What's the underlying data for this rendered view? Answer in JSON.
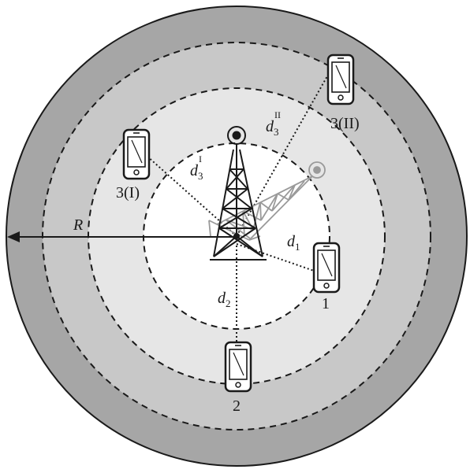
{
  "labels": {
    "radius": "R",
    "d1_base": "d",
    "d1_sub": "1",
    "d2_base": "d",
    "d2_sub": "2",
    "d3I_base": "d",
    "d3I_sub": "3",
    "d3I_sup": "I",
    "d3II_base": "d",
    "d3II_sub": "3",
    "d3II_sup": "II",
    "user1": "1",
    "user2": "2",
    "user3I": "3(I)",
    "user3II": "3(II)"
  },
  "colors": {
    "outer_zone": "#a6a6a6",
    "middle_zone": "#c8c8c8",
    "inner_zone": "#e6e6e6",
    "core_zone": "#ffffff",
    "lines": "#1a1a1a",
    "ghost_tower": "#9a9a9a"
  },
  "icons": [
    "tower-icon",
    "tower-tilted-icon",
    "phone-icon"
  ]
}
